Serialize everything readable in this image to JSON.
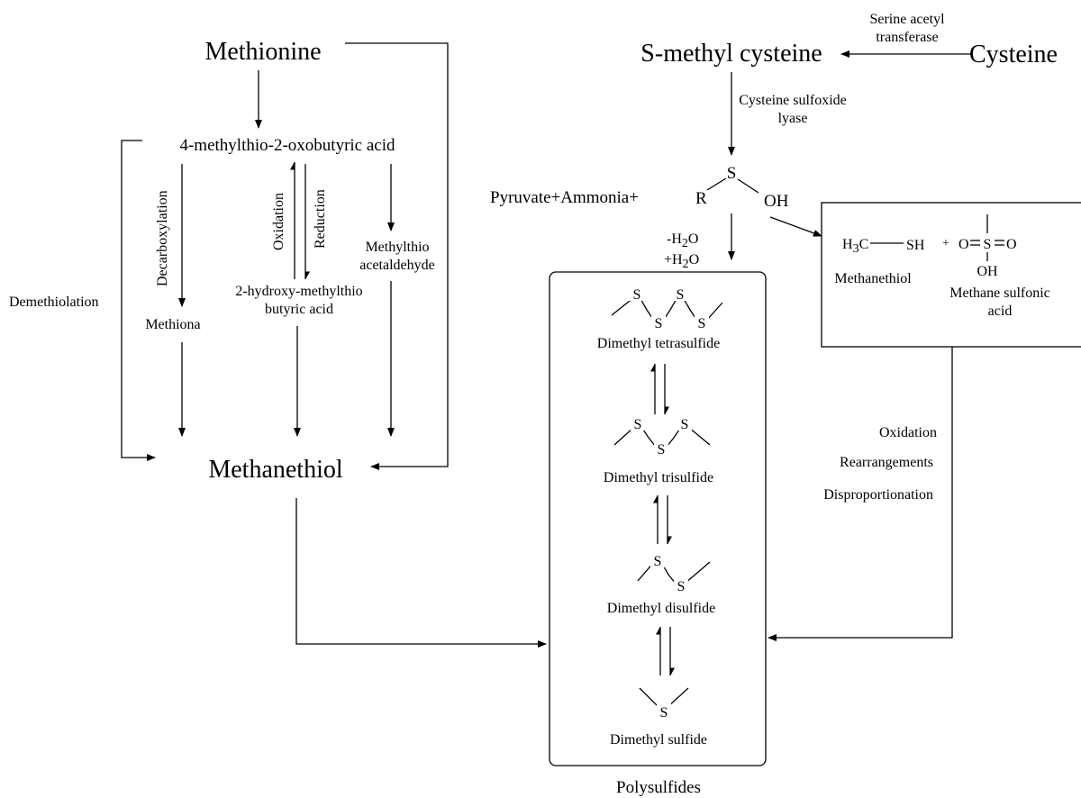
{
  "left_pathway": {
    "methionine": "Methionine",
    "intermediate": "4-methylthio-2-oxobutyric acid",
    "demethiolation": "Demethiolation",
    "decarboxylation": "Decarboxylation",
    "methiona": "Methiona",
    "oxidation": "Oxidation",
    "reduction": "Reduction",
    "hydroxy_acid_line1": "2-hydroxy-methylthio",
    "hydroxy_acid_line2": "butyric acid",
    "aldehyde_line1": "Methylthio",
    "aldehyde_line2": "acetaldehyde",
    "product": "Methanethiol"
  },
  "right_pathway": {
    "cysteine": "Cysteine",
    "enzyme1_line1": "Serine acetyl",
    "enzyme1_line2": "transferase",
    "s_methyl_cysteine": "S-methyl cysteine",
    "enzyme2_line1": "Cysteine sulfoxide",
    "enzyme2_line2": "lyase",
    "byproducts": "Pyruvate+Ammonia+",
    "sulfenic": {
      "r": "R",
      "s": "S",
      "oh": "OH"
    },
    "minus_h2o": "-H",
    "plus_h2o": "+H",
    "h2o_sub": "2",
    "h2o_tail": "O"
  },
  "side_box": {
    "h3c": "H",
    "h3c_sub": "3",
    "h3c_tail": "C",
    "sh": "SH",
    "plus": "+",
    "o_left": "O",
    "s": "S",
    "o_right": "O",
    "oh": "OH",
    "methanethiol": "Methanethiol",
    "msa_line1": "Methane sulfonic",
    "msa_line2": "acid"
  },
  "conversion_labels": [
    "Oxidation",
    "Rearrangements",
    "Disproportionation"
  ],
  "polysulfides": {
    "title": "Polysulfides",
    "s_atom": "S",
    "compounds": [
      "Dimethyl tetrasulfide",
      "Dimethyl trisulfide",
      "Dimethyl disulfide",
      "Dimethyl sulfide"
    ]
  }
}
